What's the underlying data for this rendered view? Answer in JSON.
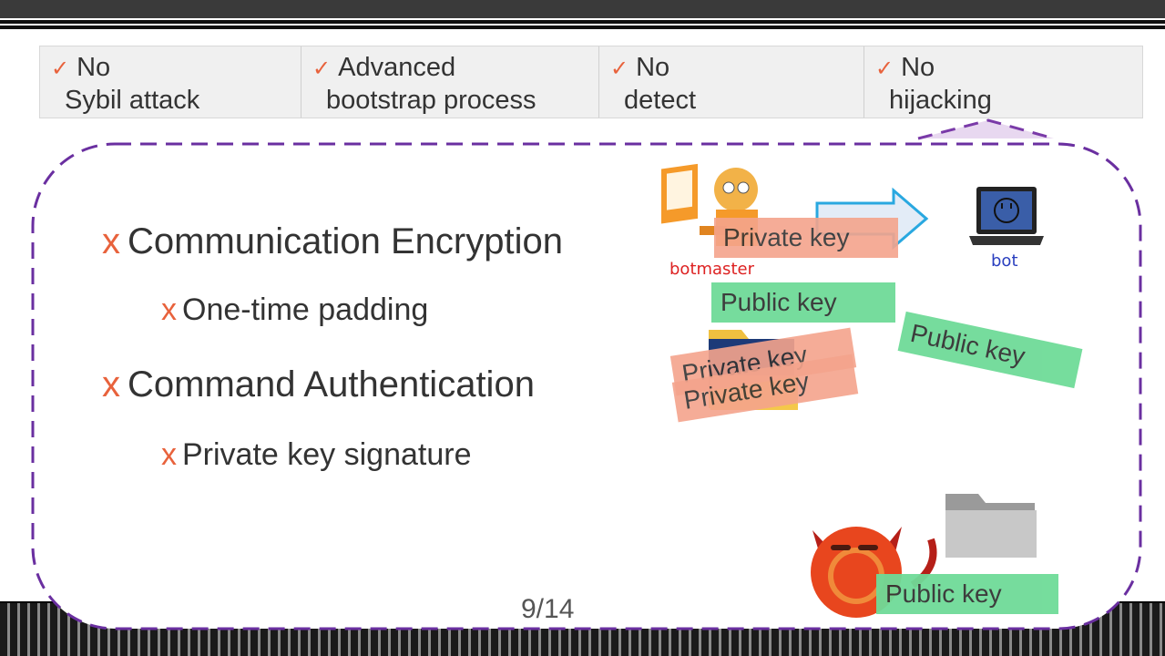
{
  "header": {
    "checks": [
      {
        "mark": "✓",
        "line1": "No",
        "line2": "Sybil attack"
      },
      {
        "mark": "✓",
        "line1": "Advanced",
        "line2": "bootstrap process"
      },
      {
        "mark": "✓",
        "line1": "No",
        "line2": "detect"
      },
      {
        "mark": "✓",
        "line1": "No",
        "line2": "hijacking"
      }
    ]
  },
  "content": {
    "bullets": [
      {
        "marker": "x",
        "text": "Communication Encryption"
      },
      {
        "marker": "x",
        "text": "Command Authentication"
      }
    ],
    "subs": [
      {
        "marker": "x",
        "text": "One-time padding"
      },
      {
        "marker": "x",
        "text": "Private key signature"
      }
    ]
  },
  "diagram": {
    "botmaster_label": "botmaster",
    "bot_label": "bot",
    "private_key_top": "Private key",
    "public_key_top": "Public key",
    "public_key_rotated": "Public key",
    "private_key_stack_back": "Private key",
    "private_key_stack_front": "Private key",
    "public_key_bottom": "Public key"
  },
  "footer": {
    "page": "9/14"
  },
  "colors": {
    "accent": "#e8623c",
    "frame": "#6a2fa0",
    "private": "#f4a48c",
    "public": "#6fdb98"
  }
}
